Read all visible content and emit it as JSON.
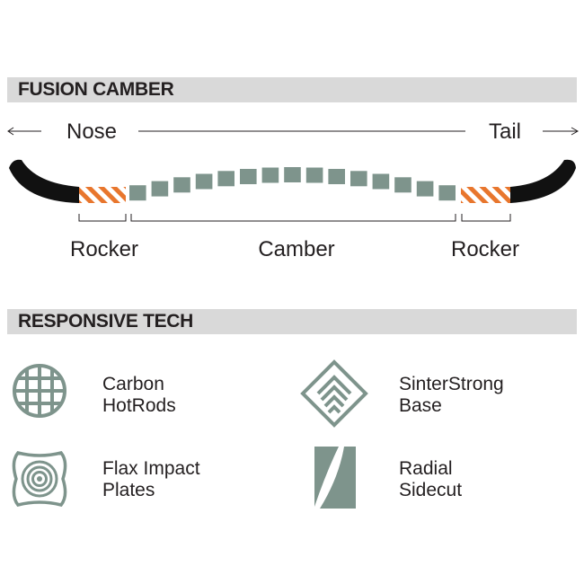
{
  "sections": {
    "camber_title": "FUSION CAMBER",
    "tech_title": "RESPONSIVE TECH"
  },
  "profile": {
    "nose_label": "Nose",
    "tail_label": "Tail",
    "zones": [
      {
        "name": "rocker-left",
        "label": "Rocker"
      },
      {
        "name": "camber",
        "label": "Camber"
      },
      {
        "name": "rocker-right",
        "label": "Rocker"
      }
    ],
    "colors": {
      "tip": "#111111",
      "rocker_stripe": "#e8762d",
      "camber_block": "#7e948c"
    }
  },
  "tech": [
    {
      "icon": "grid-circle-icon",
      "line1": "Carbon",
      "line2": "HotRods"
    },
    {
      "icon": "chevron-diamond-icon",
      "line1": "SinterStrong",
      "line2": "Base"
    },
    {
      "icon": "concentric-rings-icon",
      "line1": "Flax Impact",
      "line2": "Plates"
    },
    {
      "icon": "sidecut-curve-icon",
      "line1": "Radial",
      "line2": "Sidecut"
    }
  ],
  "icon_color": "#7e948c"
}
